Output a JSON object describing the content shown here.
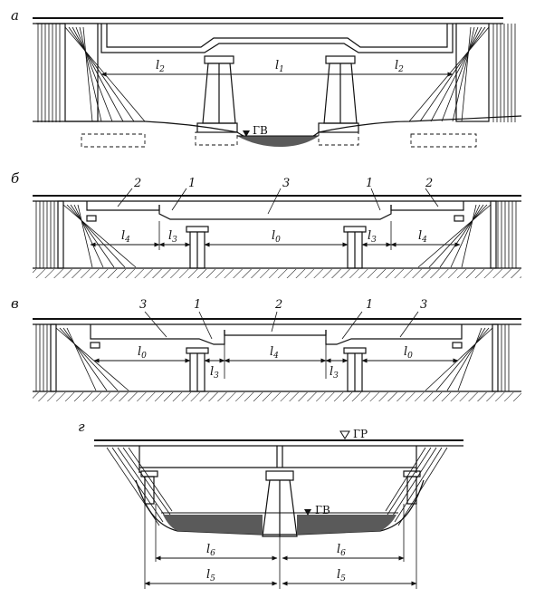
{
  "panels": [
    {
      "key": "a",
      "label": "а",
      "spans": [
        {
          "l": "l",
          "s": "2"
        },
        {
          "l": "l",
          "s": "1"
        },
        {
          "l": "l",
          "s": "2"
        }
      ],
      "water_mark": "ГВ"
    },
    {
      "key": "b",
      "label": "б",
      "numbers": [
        "2",
        "1",
        "3",
        "1",
        "2"
      ],
      "spans": [
        {
          "l": "l",
          "s": "4"
        },
        {
          "l": "l",
          "s": "3"
        },
        {
          "l": "l",
          "s": "0"
        },
        {
          "l": "l",
          "s": "3"
        },
        {
          "l": "l",
          "s": "4"
        }
      ]
    },
    {
      "key": "v",
      "label": "в",
      "numbers": [
        "3",
        "1",
        "2",
        "1",
        "3"
      ],
      "spans": [
        {
          "l": "l",
          "s": "0"
        },
        {
          "l": "l",
          "s": "3"
        },
        {
          "l": "l",
          "s": "4"
        },
        {
          "l": "l",
          "s": "3"
        },
        {
          "l": "l",
          "s": "0"
        }
      ]
    },
    {
      "key": "g",
      "label": "г",
      "top_mark": "ГР",
      "water_mark": "ГВ",
      "spans_inner": [
        {
          "l": "l",
          "s": "6"
        },
        {
          "l": "l",
          "s": "6"
        }
      ],
      "spans_outer": [
        {
          "l": "l",
          "s": "5"
        },
        {
          "l": "l",
          "s": "5"
        }
      ]
    }
  ],
  "colors": {
    "ink": "#111111",
    "water": "#5a5a5a"
  }
}
